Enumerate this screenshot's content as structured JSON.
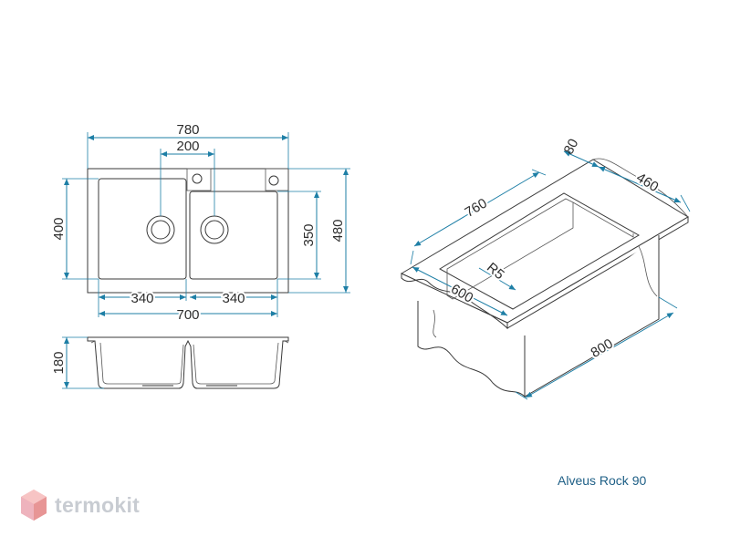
{
  "dimensions": {
    "overall_width": "780",
    "hole_spacing": "200",
    "bowl_depth_left": "400",
    "bowl_depth_right": "350",
    "overall_depth": "480",
    "bowl_width_left": "340",
    "bowl_width_right": "340",
    "bowls_total_width": "700",
    "bowl_height": "180",
    "cabinet_side_depth": "80",
    "cabinet_top_depth": "460",
    "cutout_length": "760",
    "corner_radius": "R5",
    "cutout_depth": "600",
    "cabinet_width": "800"
  },
  "caption": "Alveus Rock 90",
  "brand": {
    "name": "termokit",
    "logo_color": "#f2a6a6",
    "text_color": "#c8ccd2"
  },
  "colors": {
    "dimension_line": "#1e7fa6",
    "outline": "#3a3a3a",
    "caption": "#1e5f86"
  }
}
